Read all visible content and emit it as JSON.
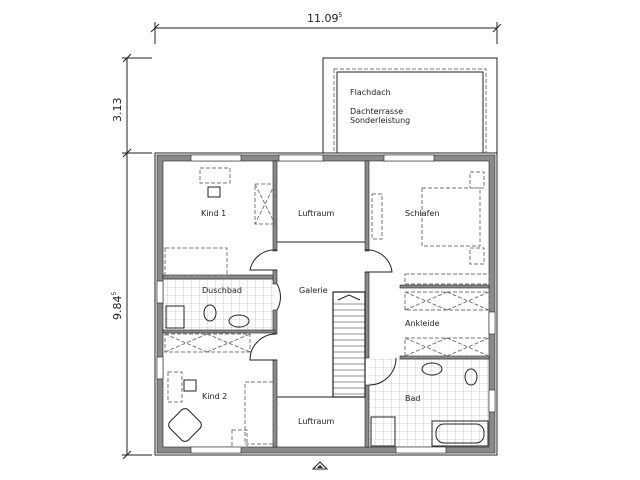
{
  "dimensions": {
    "width_total": "11.09",
    "width_total_sup": "5",
    "terrace_depth": "3.13",
    "height_total": "9.84",
    "height_total_sup": "5"
  },
  "terrace": {
    "line1": "Flachdach",
    "line2": "Dachterrasse",
    "line3": "Sonderleistung"
  },
  "rooms": {
    "kind1": "Kind  1",
    "luftraum_top": "Luftraum",
    "schlafen": "Schlafen",
    "duschbad": "Duschbad",
    "galerie": "Galerie",
    "ankleide": "Ankleide",
    "kind2": "Kind  2",
    "luftraum_bottom": "Luftraum",
    "bad": "Bad"
  },
  "colors": {
    "wall": "#8a8a8a",
    "line": "#222222"
  }
}
